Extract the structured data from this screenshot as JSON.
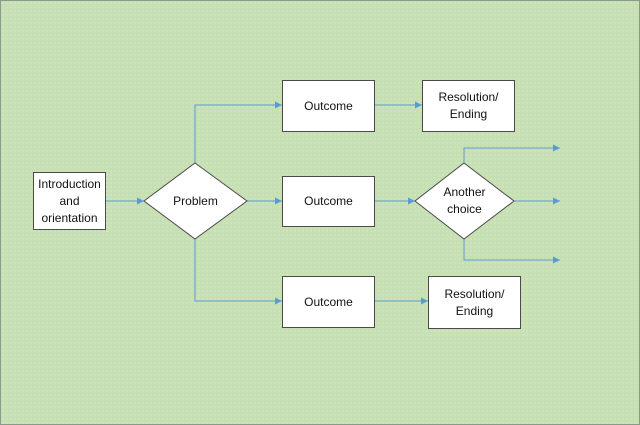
{
  "diagram": {
    "nodes": {
      "intro": "Introduction\nand\norientation",
      "problem": "Problem",
      "outcome_top": "Outcome",
      "outcome_mid": "Outcome",
      "outcome_bottom": "Outcome",
      "resolution_top": "Resolution/\nEnding",
      "another_choice": "Another\nchoice",
      "resolution_bottom": "Resolution/\nEnding"
    },
    "colors": {
      "background": "#c6e0b4",
      "box_fill": "#ffffff",
      "box_border": "#4a4a4a",
      "connector": "#5b9bd5"
    }
  }
}
